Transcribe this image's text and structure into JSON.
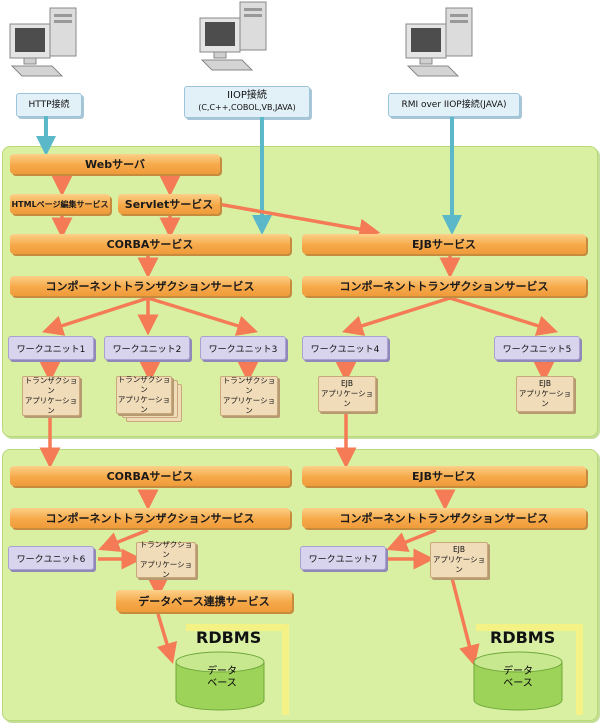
{
  "clients": [
    {
      "label": "HTTP接続",
      "sublabel": ""
    },
    {
      "label": "IIOP接続",
      "sublabel": "(C,C++,COBOL,VB,JAVA)"
    },
    {
      "label": "RMI over IIOP接続(JAVA)",
      "sublabel": ""
    }
  ],
  "top": {
    "web_server": "Webサーバ",
    "html_service": "HTMLページ編集サービス",
    "servlet_service": "Servletサービス",
    "corba_service": "CORBAサービス",
    "ejb_service": "EJBサービス",
    "cts_left": "コンポーネントトランザクションサービス",
    "cts_right": "コンポーネントトランザクションサービス",
    "units": [
      "ワークユニット1",
      "ワークユニット2",
      "ワークユニット3",
      "ワークユニット4",
      "ワークユニット5"
    ],
    "apps": [
      "トランザクション\nアプリケーション",
      "トランザクション\nアプリケーション",
      "トランザクション\nアプリケーション",
      "EJB\nアプリケーション",
      "EJB\nアプリケーション"
    ]
  },
  "bottom": {
    "corba_service": "CORBAサービス",
    "ejb_service": "EJBサービス",
    "cts_left": "コンポーネントトランザクションサービス",
    "cts_right": "コンポーネントトランザクションサービス",
    "unit6": "ワークユニット6",
    "unit7": "ワークユニット7",
    "app6": "トランザクション\nアプリケーション",
    "app7": "EJB\nアプリケーション",
    "db_link_service": "データベース連携サービス",
    "rdbms_left": "RDBMS",
    "rdbms_right": "RDBMS",
    "db_left": "データ\nベース",
    "db_right": "データ\nベース"
  },
  "colors": {
    "panel": "#d9f0a3",
    "service_bar": "#f6a94a",
    "arrow_orange": "#f47b55",
    "arrow_blue": "#5bb8c8",
    "work_unit": "#d8d4ee",
    "application": "#f1dcba",
    "database": "#9ed35a",
    "rdbms_frame": "#f4f284"
  }
}
